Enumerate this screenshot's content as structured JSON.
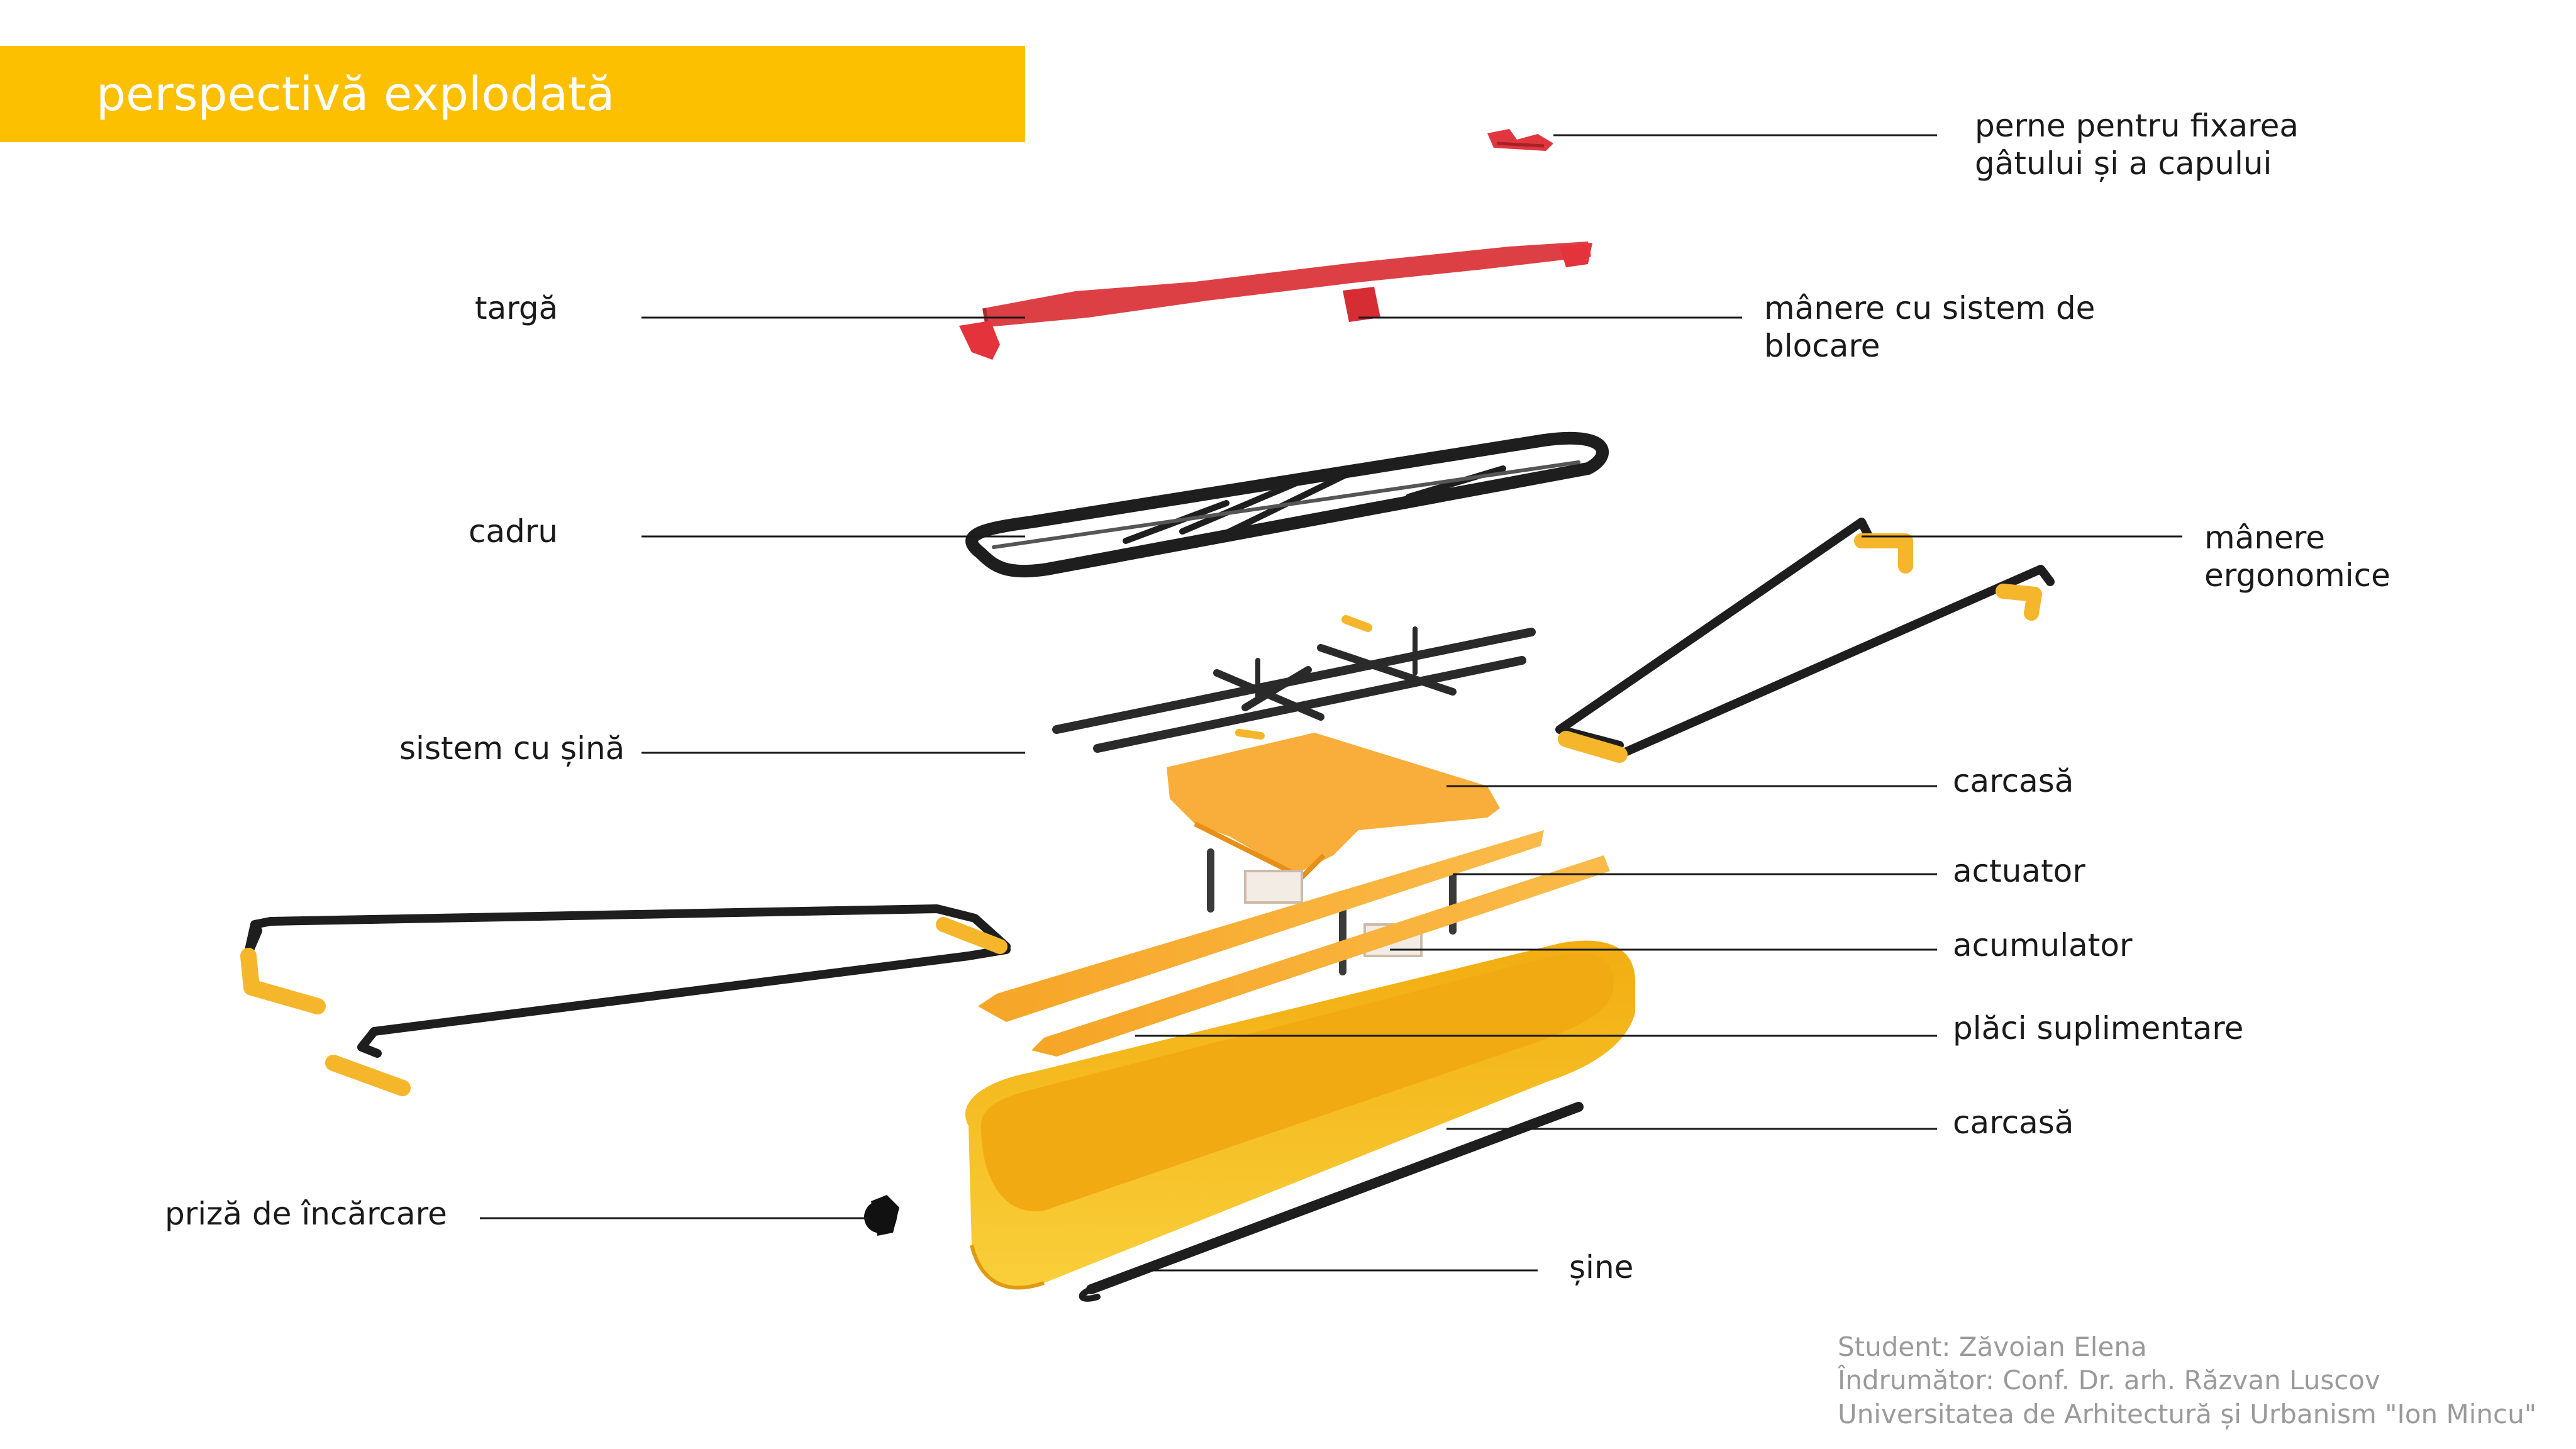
{
  "title": "perspectivă explodată",
  "labels": {
    "perne": [
      "perne pentru fixarea",
      "gâtului și a capului"
    ],
    "targa": "targă",
    "manere_blocare": [
      "mânere cu sistem de",
      "blocare"
    ],
    "cadru": "cadru",
    "manere_ergonomice": [
      "mânere",
      "ergonomice"
    ],
    "sistem_sina": "sistem cu șină",
    "carcasa_sus": "carcasă",
    "actuator": "actuator",
    "acumulator": "acumulator",
    "placi": "plăci suplimentare",
    "carcasa_jos": "carcasă",
    "priza": "priză de încărcare",
    "sine": "șine"
  },
  "credits": {
    "student": "Student: Zăvoian Elena",
    "indrumator": "Îndrumător: Conf. Dr. arh. Răzvan Luscov",
    "universitate": "Universitatea de Arhitectură și Urbanism \"Ion Mincu\""
  },
  "colors": {
    "banner": "#fcc000",
    "stretcher_red": "#e0363e",
    "shell_yellow": "#f7be1e",
    "plate_orange": "#f8a834",
    "rail_black": "#1e1e1e"
  }
}
